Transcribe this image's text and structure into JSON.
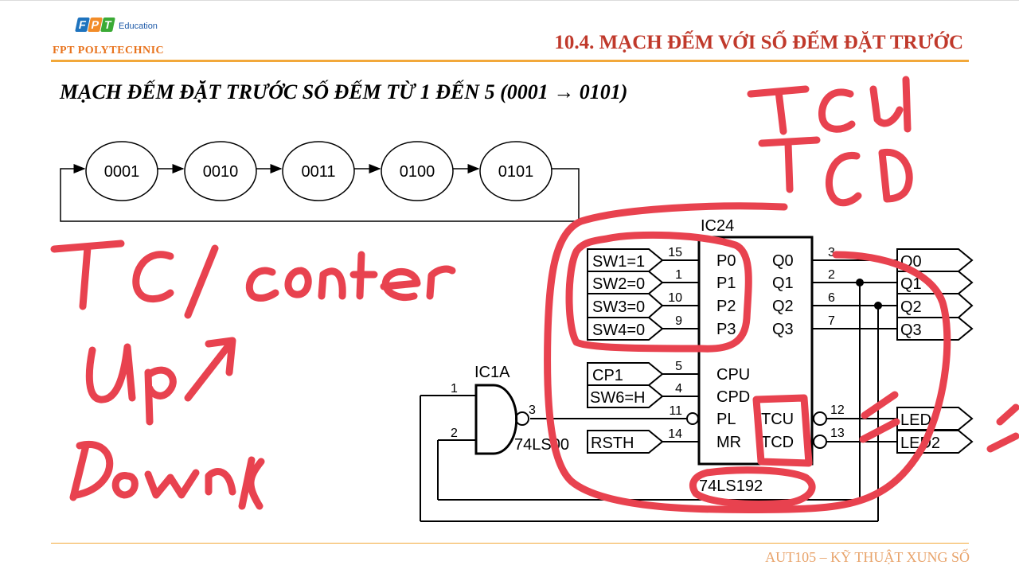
{
  "header": {
    "logo_letters": [
      "F",
      "P",
      "T"
    ],
    "logo_colors": [
      "#1e73be",
      "#f28c28",
      "#3aaa35"
    ],
    "logo_sub": "Education",
    "brand": "FPT POLYTECHNIC",
    "section_title": "10.4. MẠCH ĐẾM VỚI SỐ ĐẾM ĐẶT TRƯỚC"
  },
  "slide": {
    "heading": "MẠCH ĐẾM ĐẶT TRƯỚC SỐ ĐẾM TỪ 1 ĐẾN 5 (0001 → 0101)"
  },
  "state_diagram": {
    "states": [
      "0001",
      "0010",
      "0011",
      "0100",
      "0101"
    ]
  },
  "circuit": {
    "ic_name": "IC24",
    "ic_part": "74LS192",
    "gate_name": "IC1A",
    "gate_part": "74LS00",
    "gate_pins": {
      "in1": "1",
      "in2": "2",
      "out": "3"
    },
    "inputs": [
      {
        "label": "SW1=1",
        "pin": "15",
        "port": "P0"
      },
      {
        "label": "SW2=0",
        "pin": "1",
        "port": "P1"
      },
      {
        "label": "SW3=0",
        "pin": "10",
        "port": "P2"
      },
      {
        "label": "SW4=0",
        "pin": "9",
        "port": "P3"
      }
    ],
    "clock_inputs": [
      {
        "label": "CP1",
        "pin": "5",
        "port": "CPU"
      },
      {
        "label": "SW6=H",
        "pin": "4",
        "port": "CPD"
      }
    ],
    "pl": {
      "pin": "11",
      "port": "PL"
    },
    "reset": {
      "label": "RSTH",
      "pin": "14",
      "port": "MR"
    },
    "outputs": [
      {
        "port": "Q0",
        "pin": "3",
        "label": "Q0"
      },
      {
        "port": "Q1",
        "pin": "2",
        "label": "Q1"
      },
      {
        "port": "Q2",
        "pin": "6",
        "label": "Q2"
      },
      {
        "port": "Q3",
        "pin": "7",
        "label": "Q3"
      }
    ],
    "flags": [
      {
        "port": "TCU",
        "pin": "12",
        "label": "LED"
      },
      {
        "port": "TCD",
        "pin": "13",
        "label": "LED2"
      }
    ]
  },
  "annotations": {
    "ink_color": "#e8424f"
  },
  "footer": {
    "course": "AUT105 – KỸ THUẬT XUNG SỐ"
  }
}
